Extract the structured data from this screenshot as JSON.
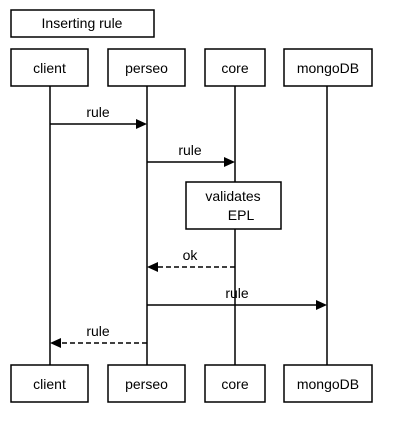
{
  "title": "Inserting rule",
  "participants": {
    "client": "client",
    "perseo": "perseo",
    "core": "core",
    "mongodb": "mongoDB"
  },
  "messages": {
    "m1": {
      "label": "rule",
      "style": "solid"
    },
    "m2": {
      "label": "rule",
      "style": "solid"
    },
    "m3": {
      "label": "ok",
      "style": "dashed"
    },
    "m4": {
      "label": "rule",
      "style": "solid"
    },
    "m5": {
      "label": "rule",
      "style": "dashed"
    }
  },
  "note": {
    "line1": "validates",
    "line2": "EPL"
  }
}
